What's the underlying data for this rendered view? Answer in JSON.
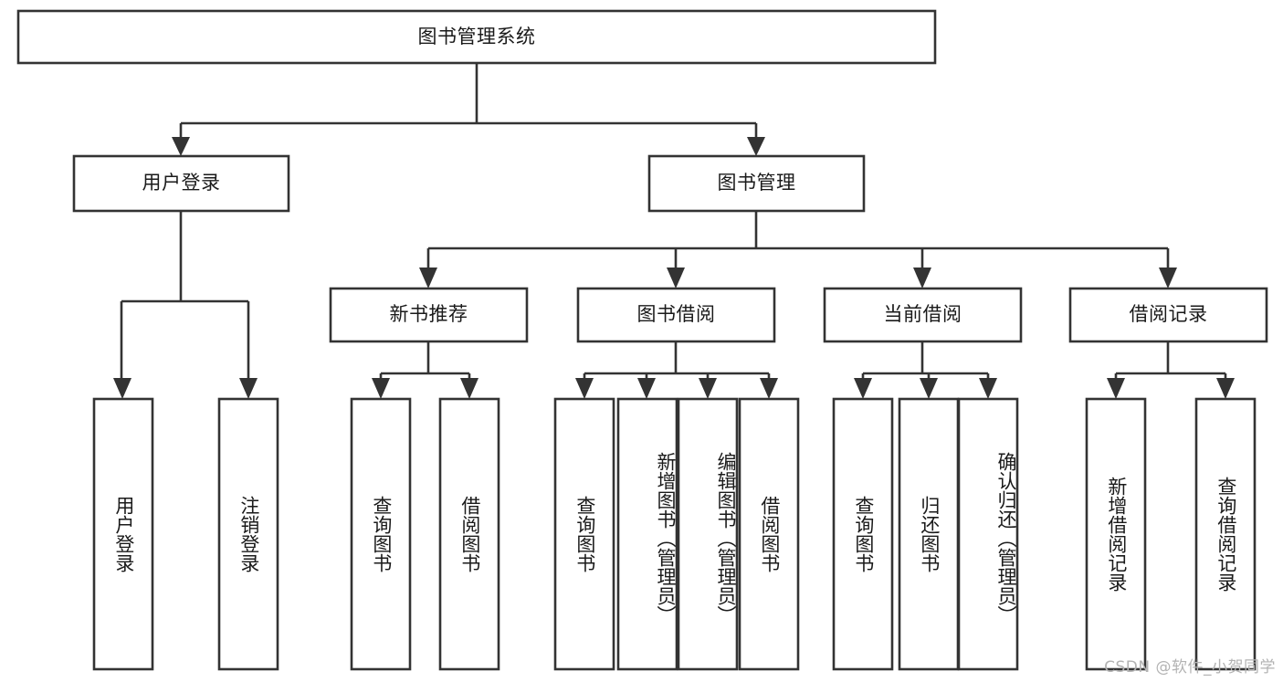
{
  "diagram": {
    "type": "tree",
    "title": "图书管理系统",
    "orientation": "top-down",
    "colors": {
      "box_stroke": "#333333",
      "box_fill": "#ffffff",
      "connector": "#333333",
      "text": "#1a1a1a",
      "background": "#ffffff",
      "watermark": "#b3b3b3"
    },
    "nodes": {
      "root": "图书管理系统",
      "level2": {
        "user_login": "用户登录",
        "book_management": "图书管理"
      },
      "level3": {
        "new_book_recommend": "新书推荐",
        "book_borrow": "图书借阅",
        "current_borrow": "当前借阅",
        "borrow_record": "借阅记录"
      },
      "leaves": {
        "user_login_1": "用户登录",
        "user_login_2": "注销登录",
        "recommend_1": "查询图书",
        "recommend_2": "借阅图书",
        "borrow_1": "查询图书",
        "borrow_2": "新增图书（管理员）",
        "borrow_3": "编辑图书（管理员）",
        "borrow_4": "借阅图书",
        "current_1": "查询图书",
        "current_2": "归还图书",
        "current_3": "确认归还（管理员）",
        "record_1": "新增借阅记录",
        "record_2": "查询借阅记录"
      }
    }
  },
  "watermark": {
    "text": "CSDN @软件_小贺同学"
  }
}
